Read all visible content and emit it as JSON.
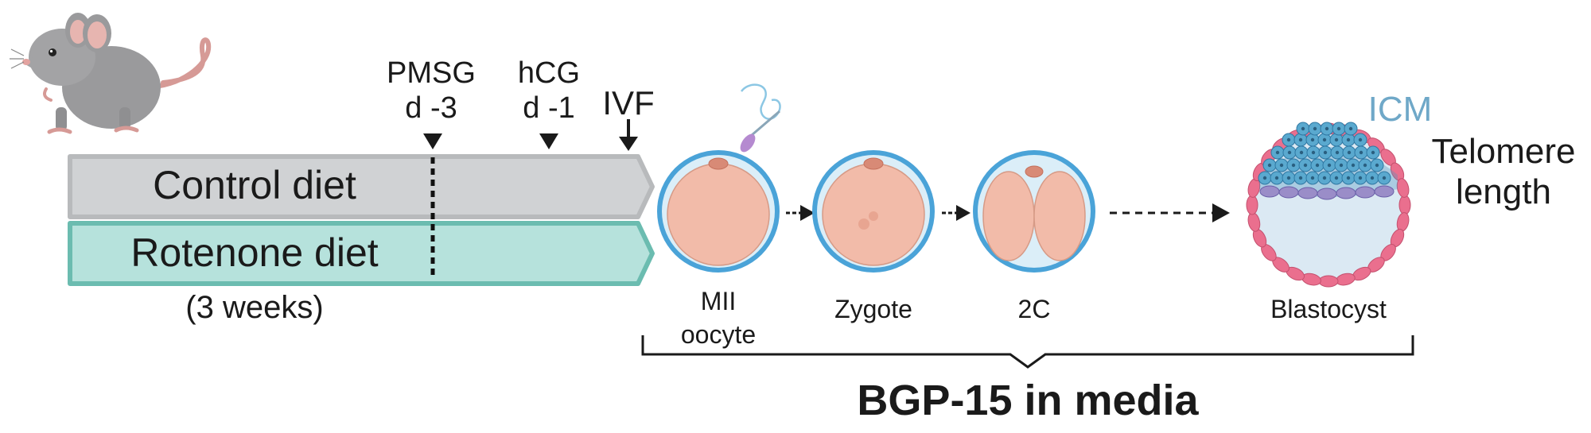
{
  "diets": {
    "control_label": "Control diet",
    "rotenone_label": "Rotenone diet",
    "duration": "(3 weeks)"
  },
  "timeline": {
    "pmsg_label": "PMSG",
    "pmsg_day": "d -3",
    "hcg_label": "hCG",
    "hcg_day": "d -1",
    "ivf_label": "IVF"
  },
  "stages": {
    "oocyte_line1": "MII",
    "oocyte_line2": "oocyte",
    "zygote": "Zygote",
    "two_cell": "2C",
    "blastocyst": "Blastocyst"
  },
  "annotations": {
    "icm": "ICM",
    "telomere_line1": "Telomere",
    "telomere_line2": "length"
  },
  "treatment": {
    "label": "BGP-15 in media"
  },
  "colors": {
    "control_fill": "#d0d2d4",
    "control_stroke": "#b8babc",
    "rotenone_fill": "#b6e2dc",
    "rotenone_stroke": "#6bbcb0",
    "zona": "#4aa3d8",
    "cytoplasm": "#f2bba9",
    "icm_text": "#6fa8c8",
    "trophectoderm": "#ea6f8e",
    "icm_cells": "#5aa9cf",
    "primitive_endoderm": "#9a8dc8"
  }
}
